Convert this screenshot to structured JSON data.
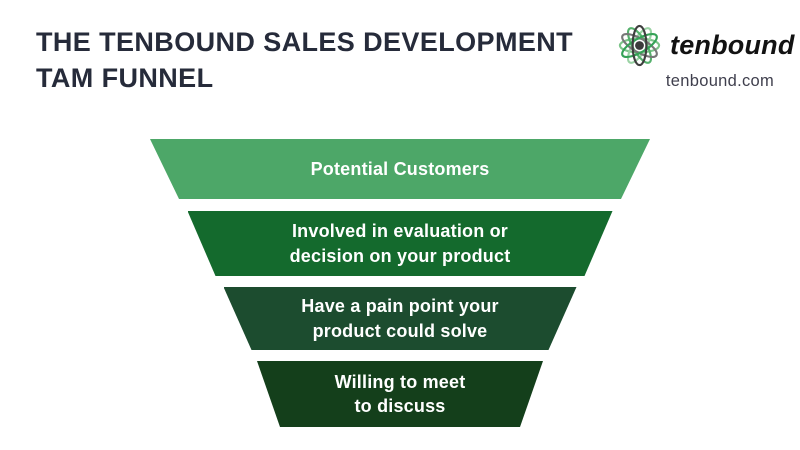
{
  "header": {
    "title_line1": "THE TENBOUND SALES DEVELOPMENT",
    "title_line2": "TAM FUNNEL",
    "title_color": "#262B3A"
  },
  "logo": {
    "brand": "tenbound",
    "website": "tenbound.com",
    "icon": "atom-flower-icon",
    "icon_colors": {
      "light_green": "#7CC489",
      "mid_green": "#55B06C",
      "dark_green": "#35A257",
      "pale_green": "#9AD2A4",
      "gray": "#787878",
      "dark": "#3F3F3F"
    }
  },
  "funnel": {
    "type": "funnel",
    "title": "The Tenbound Sales Development TAM Funnel",
    "tiers": [
      {
        "label": "Potential Customers",
        "color": "#4DA768"
      },
      {
        "label": "Involved in evaluation or\ndecision on your product",
        "color": "#146A2D"
      },
      {
        "label": "Have a pain point your\nproduct could solve",
        "color": "#1C4C2F"
      },
      {
        "label": "Willing to meet\nto discuss",
        "color": "#143F1B"
      }
    ]
  }
}
